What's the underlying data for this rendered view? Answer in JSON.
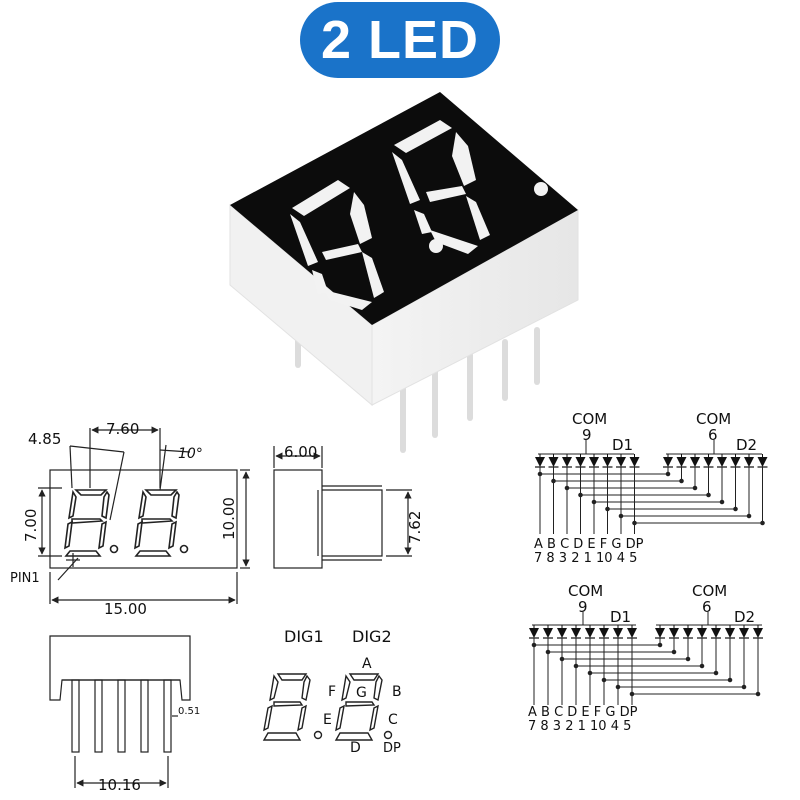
{
  "badge": {
    "label": "2 LED",
    "color": "#1a73c9"
  },
  "front_view": {
    "dim_width": "15.00",
    "dim_height": "10.00",
    "dim_digit_pitch": "7.60",
    "dim_offset": "4.85",
    "dim_digit_height": "7.00",
    "angle": "10°",
    "pin1_label": "PIN1"
  },
  "side_view": {
    "dim_depth": "6.00",
    "dim_pin_spacing": "7.62"
  },
  "bottom_view": {
    "dim_pin_pitch": "0.51",
    "dim_span": "10.16"
  },
  "segment_map": {
    "dig1": "DIG1",
    "dig2": "DIG2",
    "a": "A",
    "b": "B",
    "c": "C",
    "d": "D",
    "e": "E",
    "f": "F",
    "g": "G",
    "dp": "DP"
  },
  "schematic_top": {
    "com1": "COM",
    "com1_pin": "9",
    "d1": "D1",
    "com2": "COM",
    "com2_pin": "6",
    "d2": "D2",
    "segments": "A B C D E F G DP",
    "pins": "7 8 3 2 1 10 4 5"
  },
  "schematic_bottom": {
    "com1": "COM",
    "com1_pin": "9",
    "d1": "D1",
    "com2": "COM",
    "com2_pin": "6",
    "d2": "D2",
    "segments": "A B C D E F G DP",
    "pins": "7 8 3 2 1 10 4 5"
  }
}
